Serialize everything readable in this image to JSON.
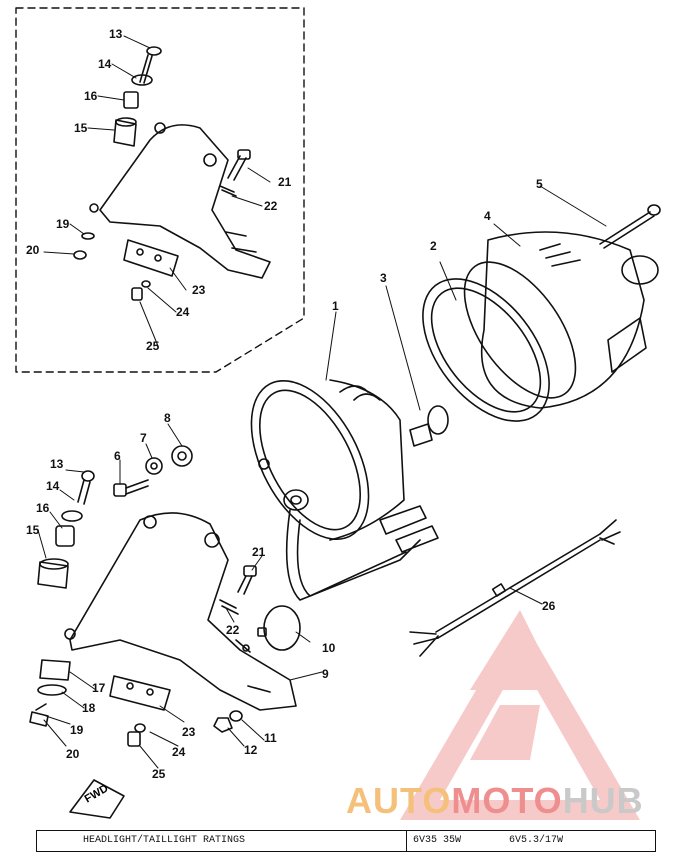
{
  "callouts": [
    {
      "id": "c13a",
      "text": "13"
    },
    {
      "id": "c14a",
      "text": "14"
    },
    {
      "id": "c16a",
      "text": "16"
    },
    {
      "id": "c15a",
      "text": "15"
    },
    {
      "id": "c21a",
      "text": "21"
    },
    {
      "id": "c22a",
      "text": "22"
    },
    {
      "id": "c19a",
      "text": "19"
    },
    {
      "id": "c20a",
      "text": "20"
    },
    {
      "id": "c23a",
      "text": "23"
    },
    {
      "id": "c24a",
      "text": "24"
    },
    {
      "id": "c25a",
      "text": "25"
    },
    {
      "id": "c5",
      "text": "5"
    },
    {
      "id": "c4",
      "text": "4"
    },
    {
      "id": "c2",
      "text": "2"
    },
    {
      "id": "c3",
      "text": "3"
    },
    {
      "id": "c1",
      "text": "1"
    },
    {
      "id": "c8",
      "text": "8"
    },
    {
      "id": "c7",
      "text": "7"
    },
    {
      "id": "c6",
      "text": "6"
    },
    {
      "id": "c13b",
      "text": "13"
    },
    {
      "id": "c14b",
      "text": "14"
    },
    {
      "id": "c16b",
      "text": "16"
    },
    {
      "id": "c15b",
      "text": "15"
    },
    {
      "id": "c21b",
      "text": "21"
    },
    {
      "id": "c22b",
      "text": "22"
    },
    {
      "id": "c10",
      "text": "10"
    },
    {
      "id": "c9",
      "text": "9"
    },
    {
      "id": "c26",
      "text": "26"
    },
    {
      "id": "c17",
      "text": "17"
    },
    {
      "id": "c18",
      "text": "18"
    },
    {
      "id": "c19b",
      "text": "19"
    },
    {
      "id": "c20b",
      "text": "20"
    },
    {
      "id": "c23b",
      "text": "23"
    },
    {
      "id": "c24b",
      "text": "24"
    },
    {
      "id": "c25b",
      "text": "25"
    },
    {
      "id": "c11",
      "text": "11"
    },
    {
      "id": "c12",
      "text": "12"
    }
  ],
  "fwd_label": "FWD",
  "ratings": {
    "label": "HEADLIGHT/TAILLIGHT RATINGS",
    "value1": "6V35 35W",
    "value2": "6V5.3/17W"
  },
  "watermark": {
    "part1": "AUTO",
    "part2": "MOTO",
    "part3": "HUB"
  }
}
